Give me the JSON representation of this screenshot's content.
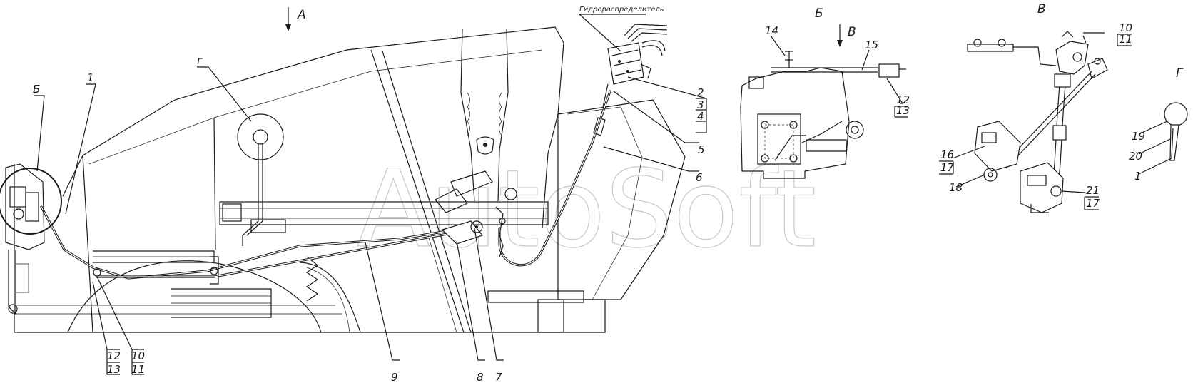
{
  "watermark": "AutoSoft",
  "view_labels": {
    "arrow_a": "А",
    "view_b_callout": "Б",
    "view_g_callout": "г",
    "view_b_title": "Б",
    "arrow_v": "В",
    "view_v_title": "В",
    "view_g_title": "Г"
  },
  "component_label": "Гидрораспределитель",
  "main_labels": {
    "l1": "1",
    "l2": "2",
    "l3": "3",
    "l4": "4",
    "l5": "5",
    "l6": "6",
    "l7": "7",
    "l8": "8",
    "l9": "9",
    "l10": "10",
    "l11": "11",
    "l12": "12",
    "l13": "13"
  },
  "view_b_labels": {
    "l14": "14",
    "l15": "15",
    "l12": "12",
    "l13": "13"
  },
  "view_v_labels": {
    "l10": "10",
    "l11": "11",
    "l16": "16",
    "l17a": "17",
    "l18": "18",
    "l21": "21",
    "l17b": "17"
  },
  "view_g_labels": {
    "l19": "19",
    "l20": "20",
    "l1": "1"
  }
}
